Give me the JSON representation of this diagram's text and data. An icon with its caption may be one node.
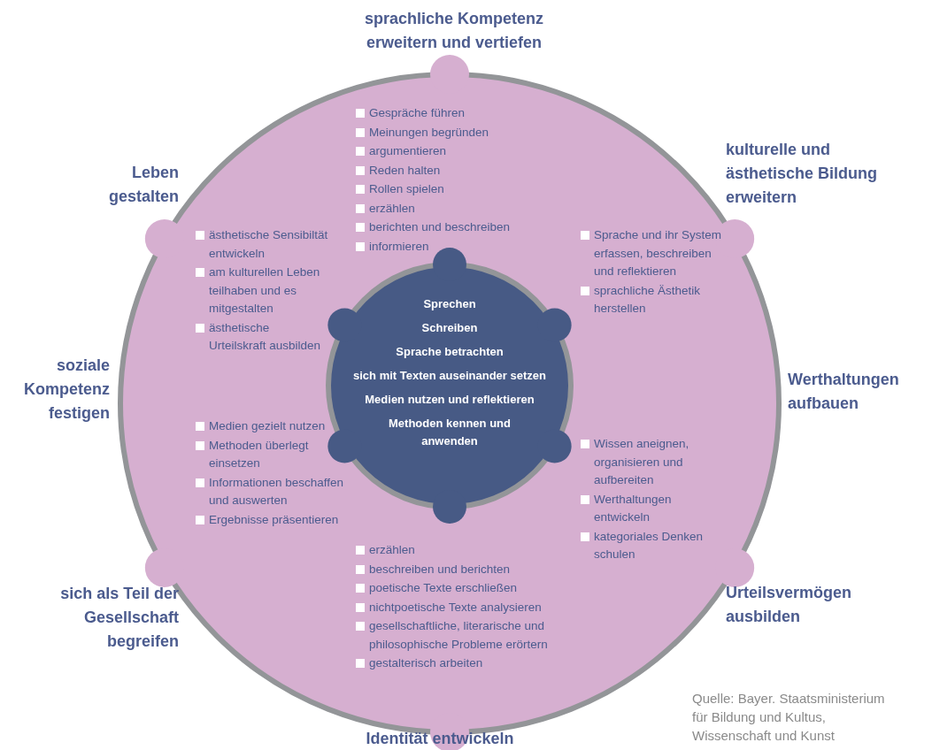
{
  "diagram": {
    "nodes": [
      {
        "text": [
          "Gespräche führen",
          "Meinungen begründen",
          "argumentieren",
          "Reden halten",
          "Rollen spielen",
          "erzählen",
          "berichten und beschreiben",
          "informieren",
          "ästhetische Sensibiltät entwickeln",
          "am kulturellen Leben teilhaben und es mitgestalten",
          "ästhetische Urteilskraft ausbilden",
          "Sprache und ihr System erfassen, beschreiben und reflektieren",
          "sprachliche Ästhetik herstellen",
          "Medien gezielt nutzen",
          "Methoden überlegt einsetzen",
          "Informationen beschaffen und auswerten",
          "Ergebnisse präsentieren",
          "Wissen aneignen, organisieren und aufbereiten",
          "Werthaltungen entwickeln",
          "kategoriales Denken schulen",
          "erzählen",
          "beschreiben und berichten",
          "poetische Texte erschließen",
          "nichtpoetische Texte analysieren",
          "gesellschaftliche, literarische und philosophische Probleme erörtern",
          "gestalterisch arbeiten"
        ]
      },
      {
        "text": [
          "Sprechen",
          "Schreiben",
          "Sprache betrachten",
          "sich mit Texten auseinander setzen",
          "Medien nutzen und reflektieren",
          "Methoden kennen und anwenden"
        ],
        "in": 0
      }
    ],
    "labels": [
      "sprachliche Kompetenz erweitern und vertiefen",
      "Leben gestalten",
      "kulturelle und ästhetische Bildung erweitern",
      "soziale Kompetenz festigen",
      "Werthaltungen aufbauen",
      "sich als Teil der Gesellschaft begreifen",
      "Urteilsvermögen ausbilden",
      "Identität entwickeln"
    ],
    "caption": "Quelle: Bayer. Staatsministerium für Bildung und Kultus, Wissenschaft und Kunst"
  }
}
